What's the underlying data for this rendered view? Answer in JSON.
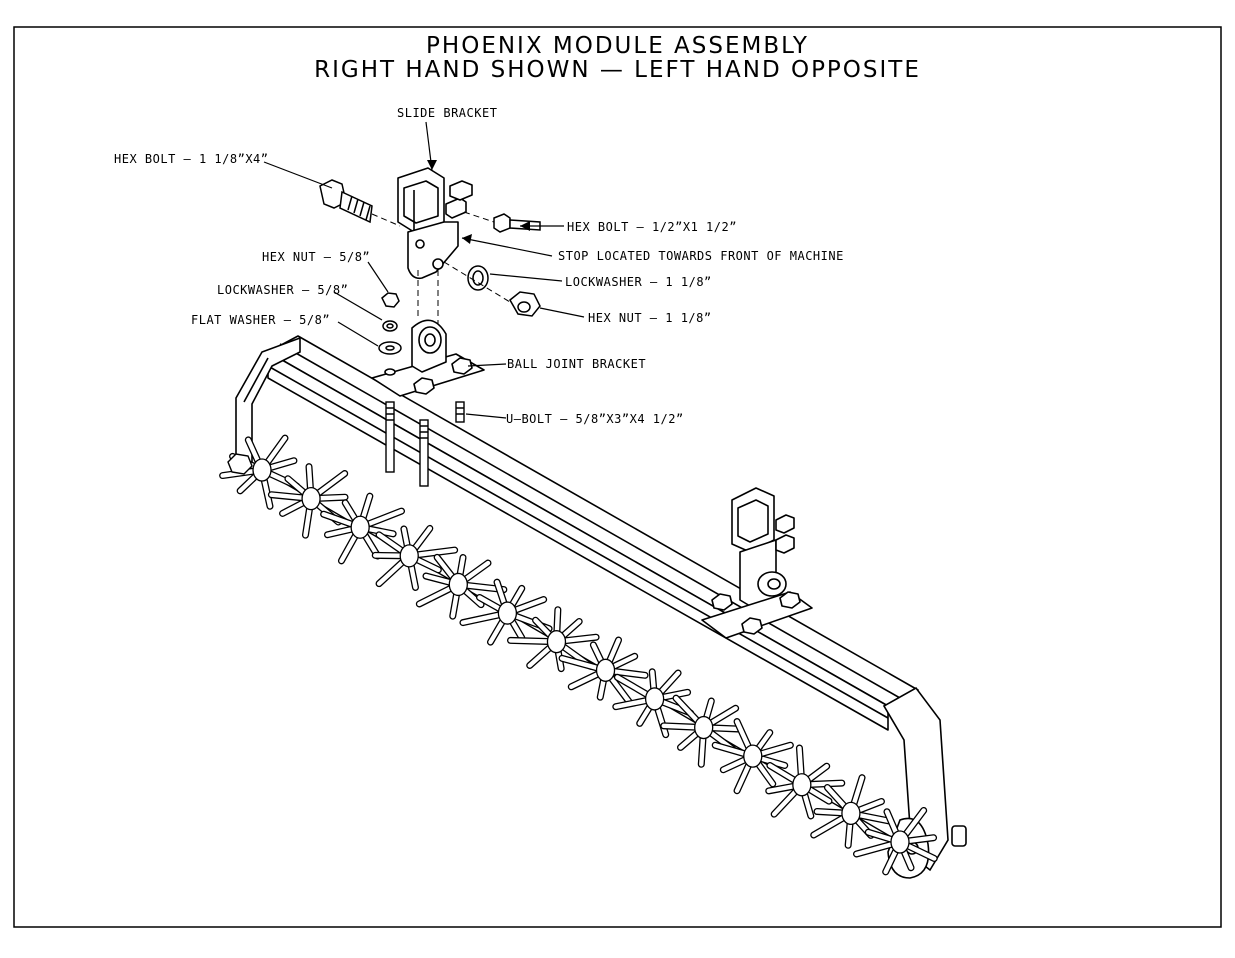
{
  "title": {
    "line1": "PHOENIX MODULE ASSEMBLY",
    "line2": "RIGHT HAND SHOWN — LEFT HAND OPPOSITE"
  },
  "callouts": {
    "slide_bracket": "SLIDE BRACKET",
    "hex_bolt_1_1_8": "HEX BOLT — 1 1/8”X4”",
    "hex_bolt_1_2": "HEX BOLT — 1/2”X1 1/2”",
    "stop": "STOP LOCATED TOWARDS FRONT OF MACHINE",
    "hex_nut_5_8": "HEX NUT — 5/8”",
    "lockwasher_1_1_8": "LOCKWASHER — 1 1/8”",
    "lockwasher_5_8": "LOCKWASHER — 5/8”",
    "hex_nut_1_1_8": "HEX NUT — 1 1/8”",
    "flat_washer_5_8": "FLAT WASHER — 5/8”",
    "ball_joint_bracket": "BALL JOINT BRACKET",
    "u_bolt": "U—BOLT — 5/8”X3”X4 1/2”"
  },
  "colors": {
    "ink": "#000000",
    "paper": "#ffffff"
  }
}
